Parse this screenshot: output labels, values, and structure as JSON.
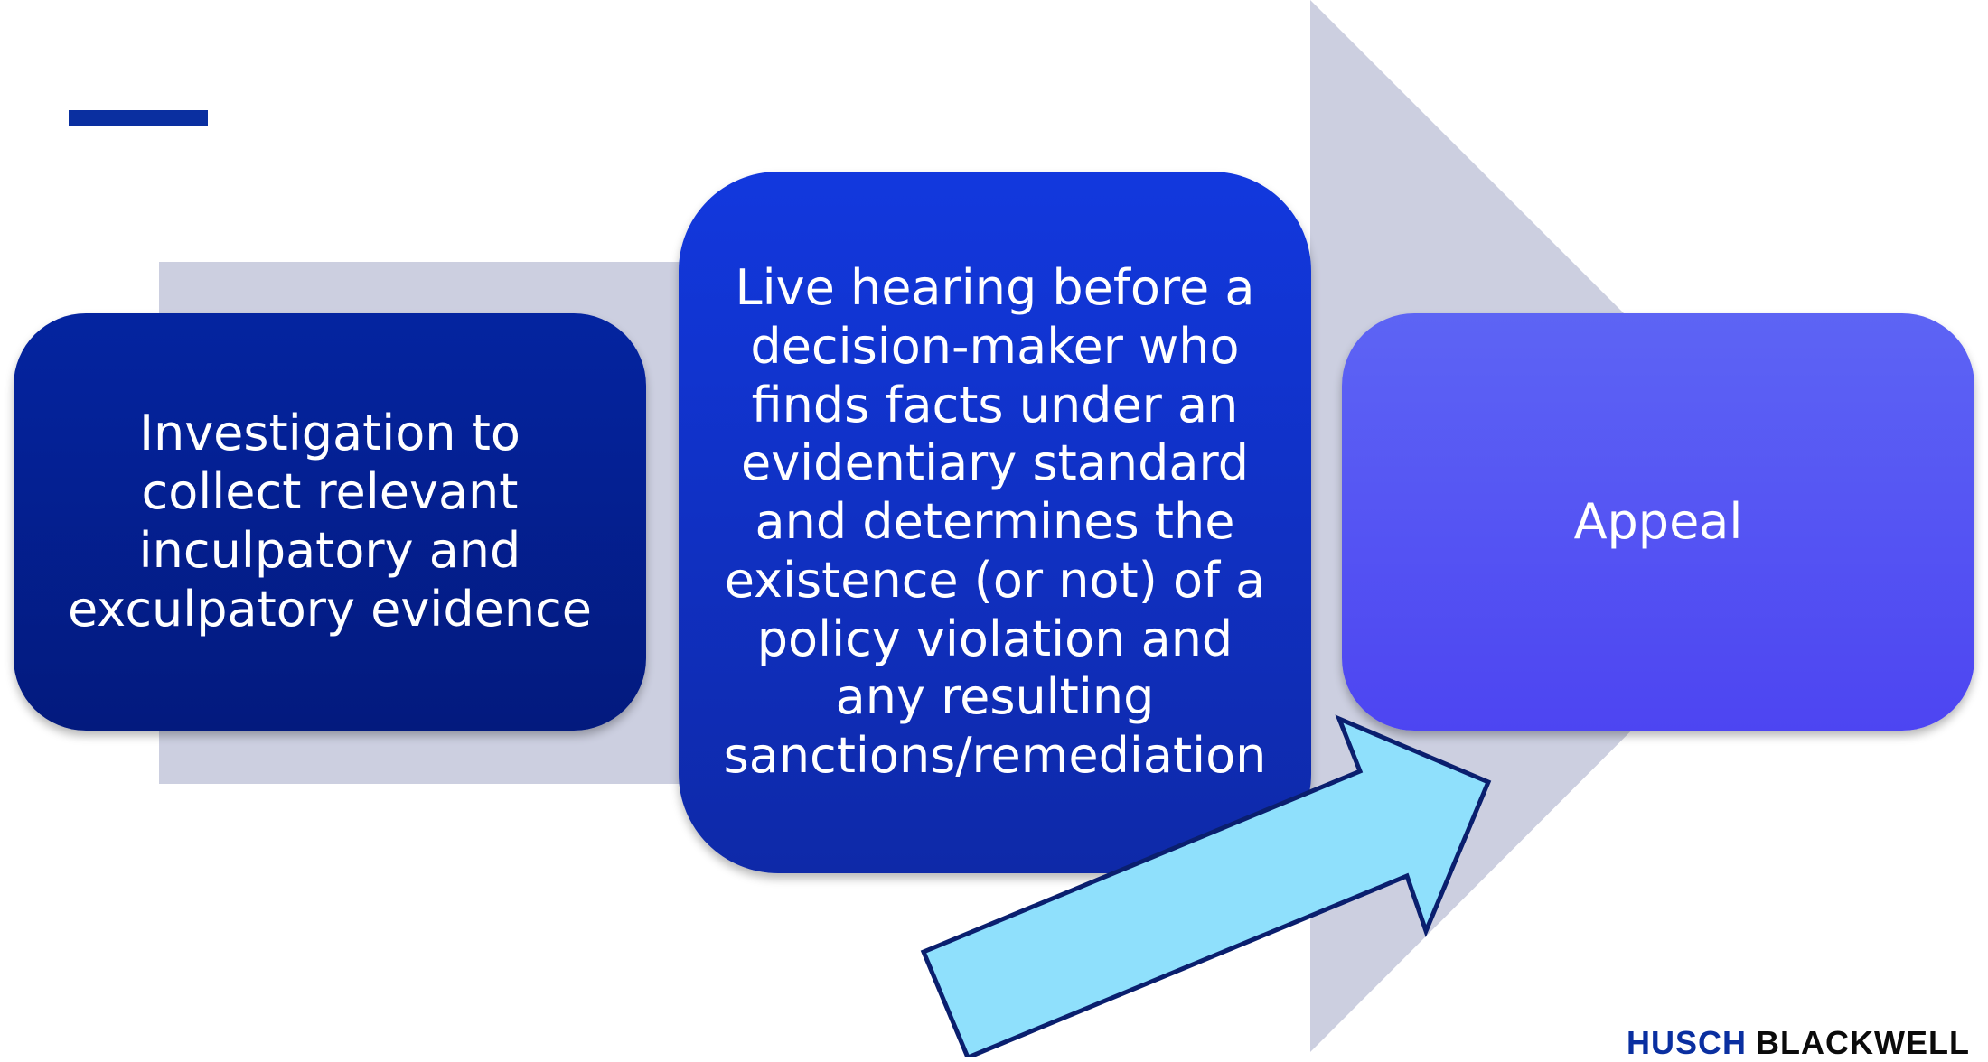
{
  "steps": [
    {
      "text": "Investigation to collect relevant inculpatory and exculpatory evidence"
    },
    {
      "text": "Live hearing before a decision-maker who finds facts under an evidentiary standard and determines the existence (or not) of a policy violation and any resulting sanctions/remediation"
    },
    {
      "text": "Appeal"
    }
  ],
  "logo": {
    "part1": "HUSCH",
    "part2": "BLACKWELL"
  },
  "colors": {
    "accent": "#0a2fa0",
    "step1": "#031a7e",
    "step2": "#1238de",
    "step3": "#5059f3",
    "background_arrow": "#cccfe0",
    "callout_arrow": "#8fe0fc"
  }
}
